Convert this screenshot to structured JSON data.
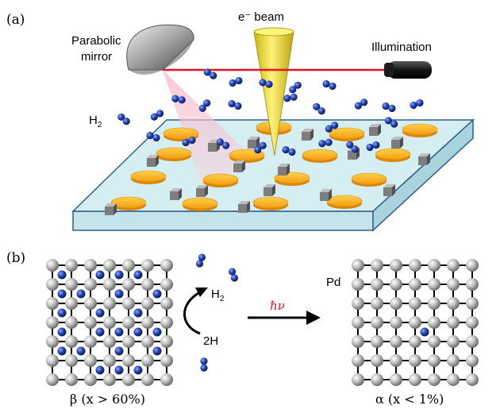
{
  "panel_a": {
    "label": "(a)",
    "mirror_label_line1": "Parabolic",
    "mirror_label_line2": "mirror",
    "beam_label": "e⁻ beam",
    "illumination_label": "Illumination",
    "h2_label": "H",
    "h2_sub": "2"
  },
  "panel_b": {
    "label": "(b)",
    "h2_label": "H",
    "h2_sub": "2",
    "twoh_label": "2H",
    "hv_label": "ℏν",
    "pd_label": "Pd",
    "beta_caption": "β (x > 60%)",
    "alpha_caption": "α (x < 1%)"
  },
  "colors": {
    "pd_atom": "#b8b8b8",
    "h_atom": "#1f3fa8",
    "disk": "#f6b019",
    "cube": "#7d7d7d",
    "substrate_top": "#d5eef2",
    "substrate_edge": "#2f5f8a",
    "laser": "#e8122a",
    "hv_text": "#e8122a",
    "beam": "#e6d81a"
  }
}
